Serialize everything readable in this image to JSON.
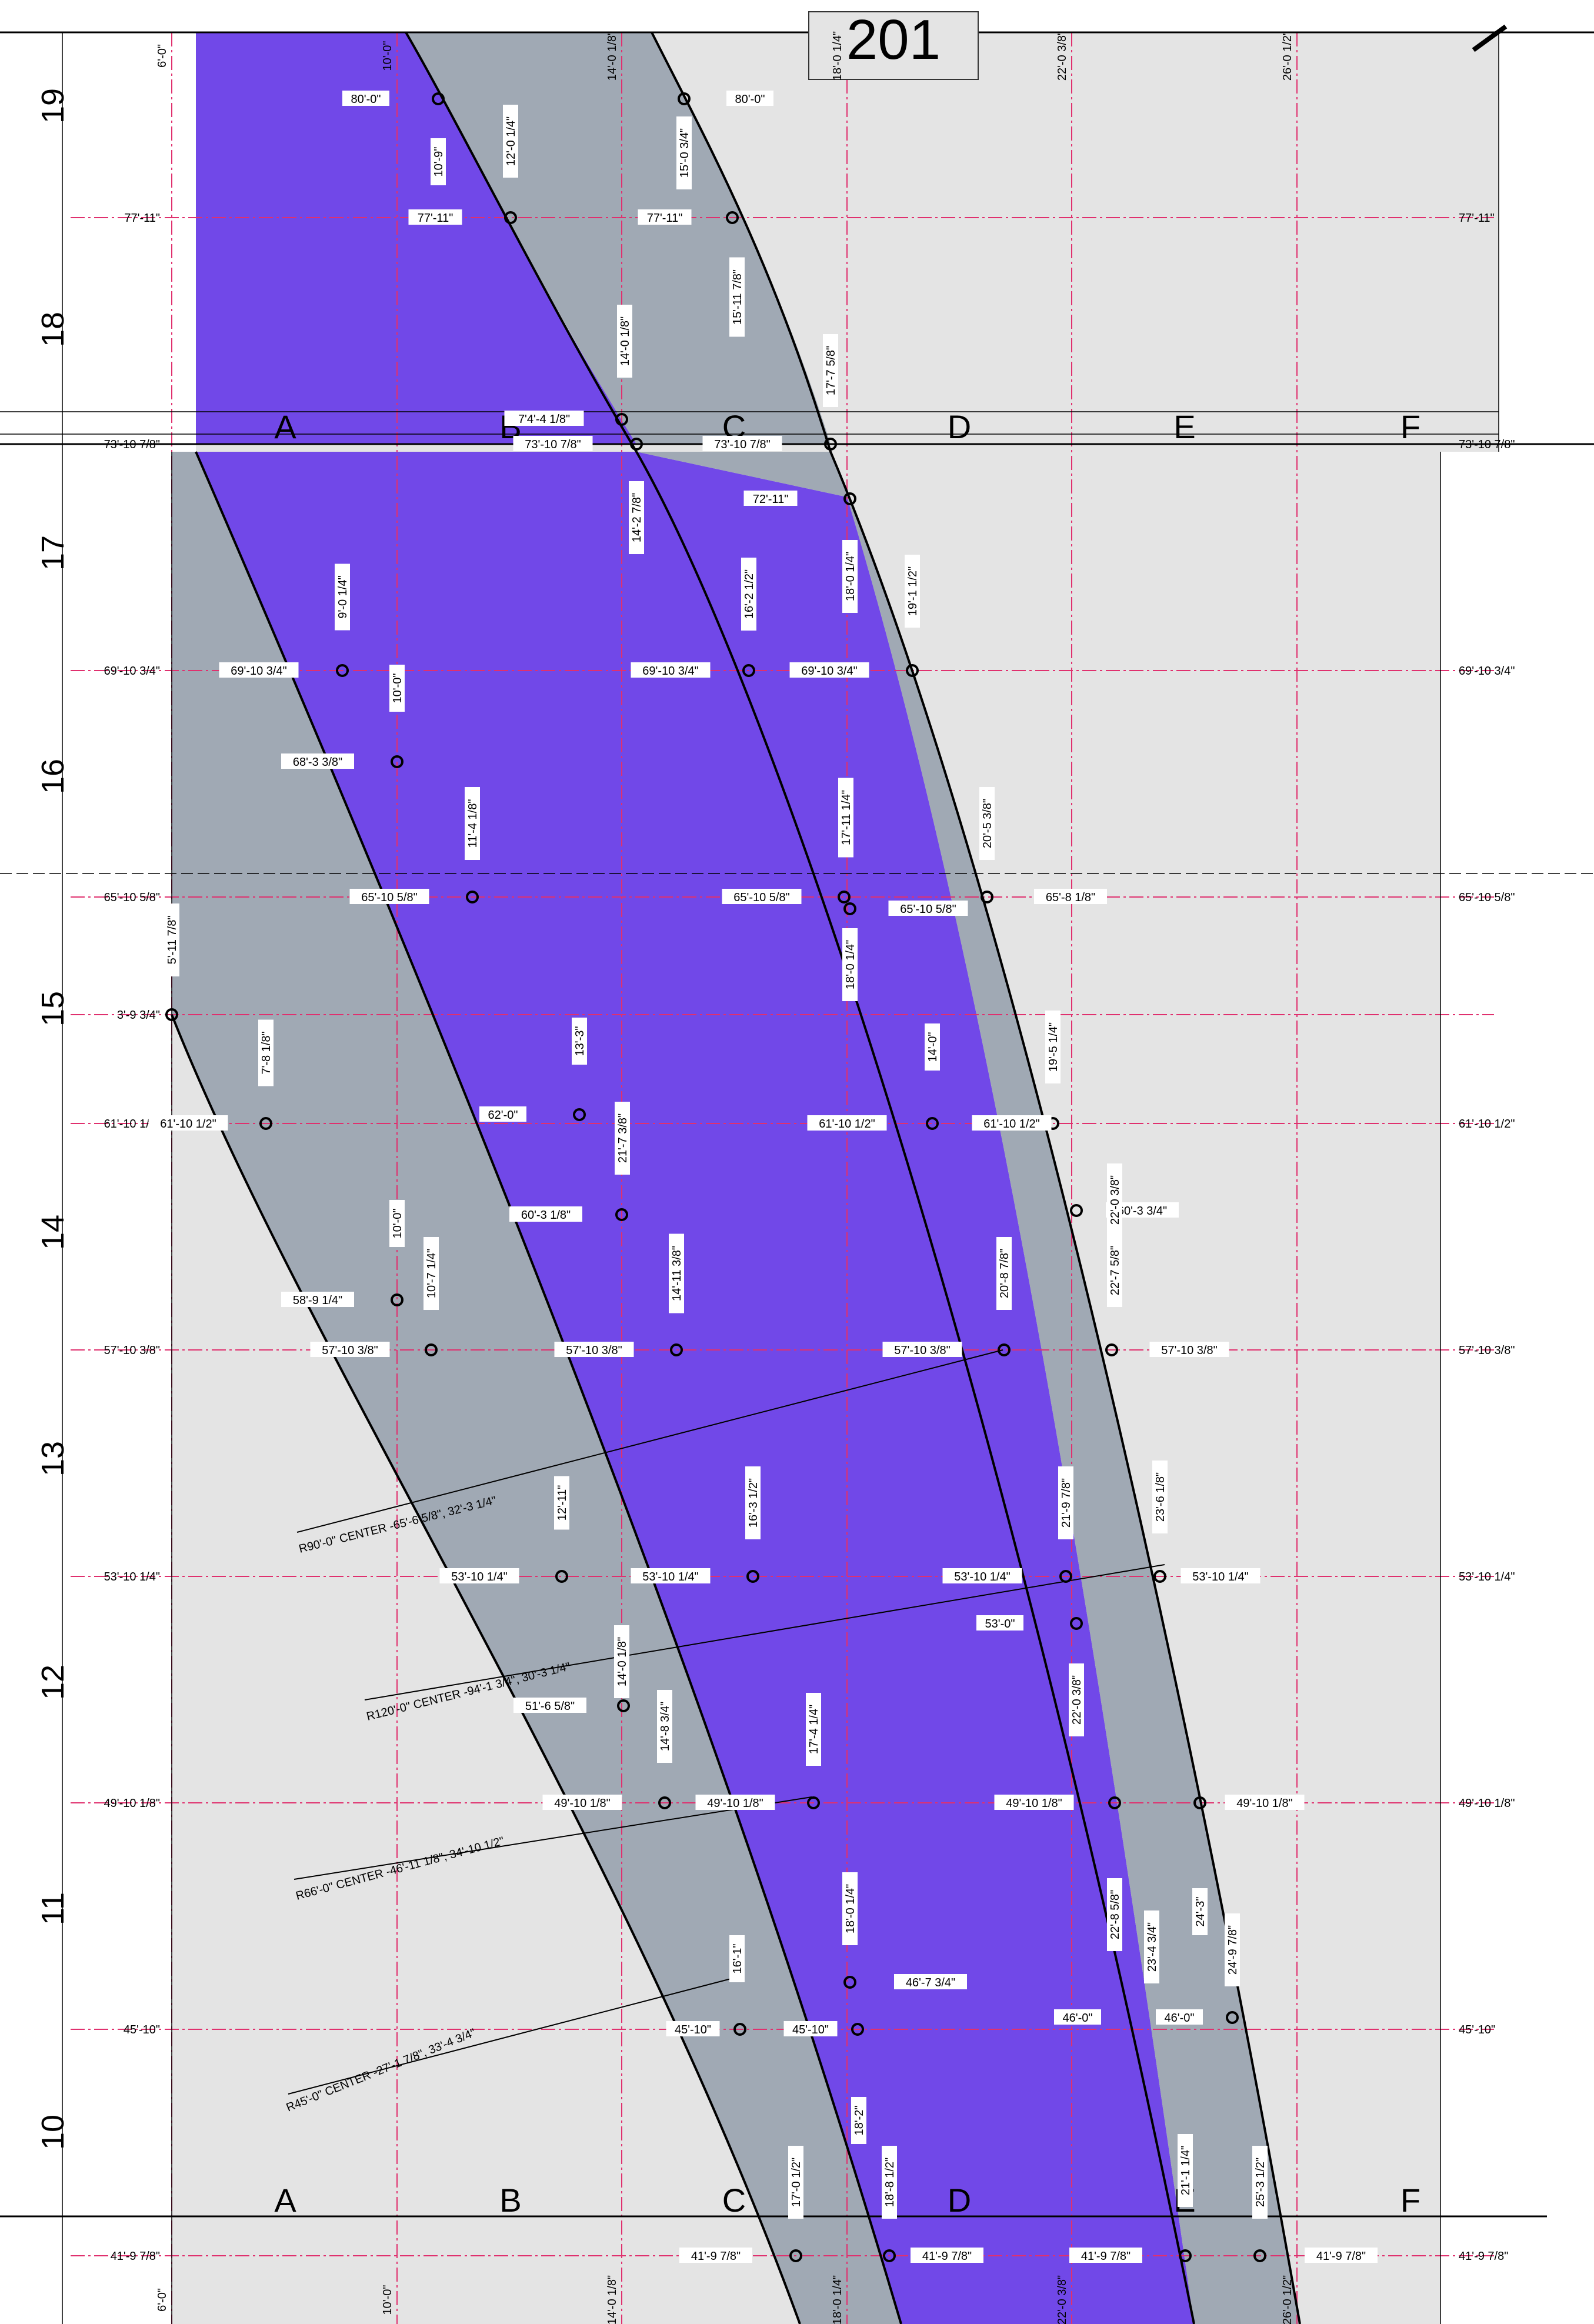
{
  "sheet": {
    "number": "201"
  },
  "colors": {
    "purple": "#7148e8",
    "gray": "#a0a9b4",
    "light": "#e4e4e4",
    "grid": "#e0306e"
  },
  "rows": [
    "19",
    "18",
    "17",
    "16",
    "15",
    "14",
    "13",
    "12",
    "11",
    "10"
  ],
  "columns_mid": [
    "A",
    "B",
    "C",
    "D",
    "E",
    "F"
  ],
  "columns_bottom": [
    "A",
    "B",
    "C",
    "D",
    "E",
    "F"
  ],
  "column_axis_labels": [
    "6'-0\"",
    "10'-0\"",
    "14'-0 1/8\"",
    "18'-0 1/4\"",
    "22'-0 3/8\"",
    "26'-0 1/2\""
  ],
  "left_stations": [
    "77'-11\"",
    "73'-10 7/8\"",
    "69'-10 3/4\"",
    "65'-10 5/8\"",
    "3'-9 3/4\"",
    "61'-10 1/2\"",
    "57'-10 3/8\"",
    "53'-10 1/4\"",
    "49'-10 1/8\"",
    "45'-10\"",
    "41'-9 7/8\""
  ],
  "right_stations": [
    "77'-11\"",
    "73'-10 7/8\"",
    "69'-10 3/4\"",
    "65'-10 5/8\"",
    "61'-10 1/2\"",
    "57'-10 3/8\"",
    "53'-10 1/4\"",
    "49'-10 1/8\"",
    "45'-10\"",
    "41'-9 7/8\""
  ],
  "h_labels": [
    "80'-0\"",
    "80'-0\"",
    "77'-11\"",
    "77'-11\"",
    "7'4'-4 1/8\"",
    "73'-10 7/8\"",
    "73'-10 7/8\"",
    "72'-11\"",
    "69'-10 3/4\"",
    "69'-10 3/4\"",
    "69'-10 3/4\"",
    "68'-3 3/8\"",
    "65'-10 5/8\"",
    "65'-10 5/8\"",
    "65'-10 5/8\"",
    "65'-8 1/8\"",
    "61'-10 1/2\"",
    "62'-0\"",
    "61'-10 1/2\"",
    "61'-10 1/2\"",
    "60'-3 1/8\"",
    "60'-3 3/4\"",
    "58'-9 1/4\"",
    "57'-10 3/8\"",
    "57'-10 3/8\"",
    "57'-10 3/8\"",
    "57'-10 3/8\"",
    "53'-10 1/4\"",
    "53'-10 1/4\"",
    "53'-10 1/4\"",
    "53'-10 1/4\"",
    "53'-0\"",
    "51'-6 5/8\"",
    "49'-10 1/8\"",
    "49'-10 1/8\"",
    "49'-10 1/8\"",
    "49'-10 1/8\"",
    "46'-7 3/4\"",
    "45'-10\"",
    "45'-10\"",
    "46'-0\"",
    "46'-0\"",
    "41'-9 7/8\"",
    "41'-9 7/8\"",
    "41'-9 7/8\"",
    "41'-9 7/8\""
  ],
  "v_labels": [
    "10'-9\"",
    "12'-0 1/4\"",
    "15'-0 3/4\"",
    "15'-11 7/8\"",
    "14'-0 1/8\"",
    "17'-7 5/8\"",
    "14'-2 7/8\"",
    "16'-2 1/2\"",
    "18'-0 1/4\"",
    "19'-1 1/2\"",
    "9'-0 1/4\"",
    "10'-0\"",
    "11'-4 1/8\"",
    "17'-11 1/4\"",
    "20'-5 3/8\"",
    "5'-11 7/8\"",
    "18'-0 1/4\"",
    "7'-8 1/8\"",
    "13'-3\"",
    "14'-0\"",
    "19'-5 1/4\"",
    "21'-7 3/8\"",
    "22'-0 3/8\"",
    "10'-0\"",
    "10'-7 1/4\"",
    "14'-11 3/8\"",
    "20'-8 7/8\"",
    "22'-7 5/8\"",
    "12'-11\"",
    "16'-3 1/2\"",
    "21'-9 7/8\"",
    "23'-6 1/8\"",
    "14'-0 1/8\"",
    "14'-8 3/4\"",
    "17'-4 1/4\"",
    "22'-0 3/8\"",
    "16'-1\"",
    "18'-0 1/4\"",
    "22'-8 5/8\"",
    "24'-3\"",
    "23'-4 3/4\"",
    "24'-9 7/8\"",
    "18'-2\"",
    "17'-0 1/2\"",
    "18'-8 1/2\"",
    "21'-1 1/4\"",
    "25'-3 1/2\""
  ],
  "arc_notes": [
    "R90'-0\" CENTER -65'-6 5/8\", 32'-3 1/4\"",
    "R120'-0\" CENTER -94'-1 3/4\", 30'-3 1/4\"",
    "R66'-0\" CENTER -46'-11 1/8\", 34'-10 1/2\"",
    "R45'-0\" CENTER -27'-1 7/8\", 33'-4 3/4\""
  ]
}
